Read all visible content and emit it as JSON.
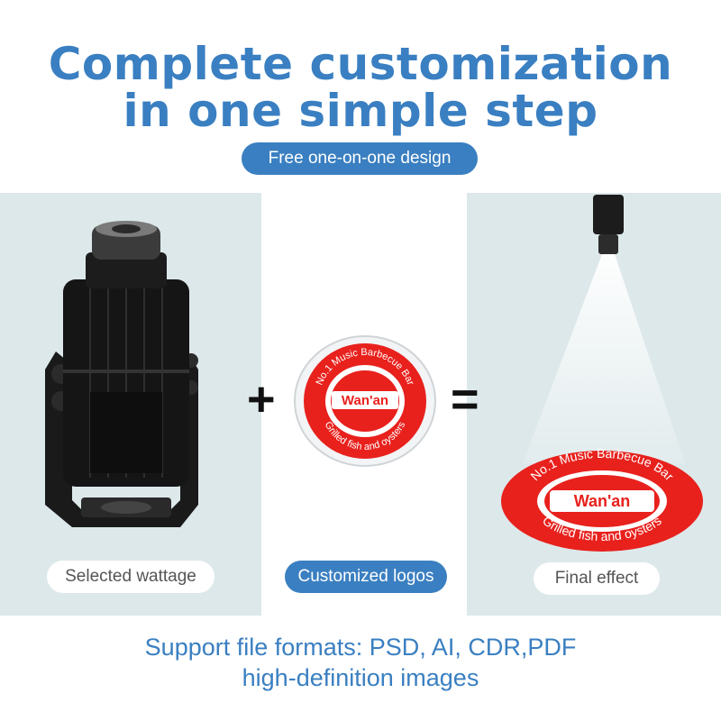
{
  "header": {
    "title_line1": "Complete customization",
    "title_line2": "in one simple step",
    "badge": "Free one-on-one design"
  },
  "columns": [
    {
      "caption": "Selected wattage"
    },
    {
      "caption": "Customized logos"
    },
    {
      "caption": "Final effect"
    }
  ],
  "operators": {
    "plus": "+",
    "equals": "="
  },
  "logo": {
    "arc_top": "No.1 Music Barbecue Bar",
    "name": "Wan'an",
    "arc_bottom": "Grilled fish and oysters"
  },
  "footer": {
    "line1": "Support file formats: PSD, AI, CDR,PDF",
    "line2": "high-definition images"
  },
  "colors": {
    "accent": "#3a7fc1",
    "logo_red": "#e8211d",
    "panel_bg": "#dde8ea"
  }
}
